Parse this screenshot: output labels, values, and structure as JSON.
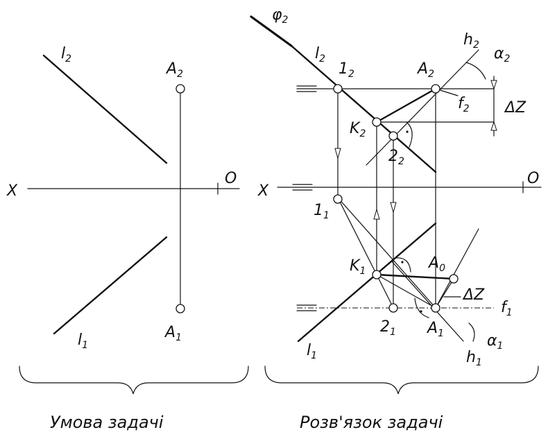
{
  "condition": {
    "caption": "Умова задачі",
    "labels": {
      "l2": {
        "main": "l",
        "sub": "2"
      },
      "l1": {
        "main": "l",
        "sub": "1"
      },
      "A2": {
        "main": "A",
        "sub": "2"
      },
      "A1": {
        "main": "A",
        "sub": "1"
      },
      "X": "X",
      "O": "O"
    }
  },
  "solution": {
    "caption": "Розв'язок задачі",
    "labels": {
      "phi2": {
        "main": "φ",
        "sub": "2"
      },
      "l2": {
        "main": "l",
        "sub": "2"
      },
      "one2": {
        "main": "1",
        "sub": "2"
      },
      "A2": {
        "main": "A",
        "sub": "2"
      },
      "h2": {
        "main": "h",
        "sub": "2"
      },
      "alpha2": {
        "main": "α",
        "sub": "2"
      },
      "f2": {
        "main": "f",
        "sub": "2"
      },
      "dZ_top": "ΔZ",
      "K2": {
        "main": "K",
        "sub": "2"
      },
      "two2": {
        "main": "2",
        "sub": "2"
      },
      "X": "X",
      "O": "O",
      "one1": {
        "main": "1",
        "sub": "1"
      },
      "K1": {
        "main": "K",
        "sub": "1"
      },
      "A0": {
        "main": "A",
        "sub": "0"
      },
      "dZ_bottom": "ΔZ",
      "f1": {
        "main": "f",
        "sub": "1"
      },
      "two1": {
        "main": "2",
        "sub": "1"
      },
      "A1": {
        "main": "A",
        "sub": "1"
      },
      "alpha1": {
        "main": "α",
        "sub": "1"
      },
      "h1": {
        "main": "h",
        "sub": "1"
      },
      "l1": {
        "main": "l",
        "sub": "1"
      }
    }
  }
}
